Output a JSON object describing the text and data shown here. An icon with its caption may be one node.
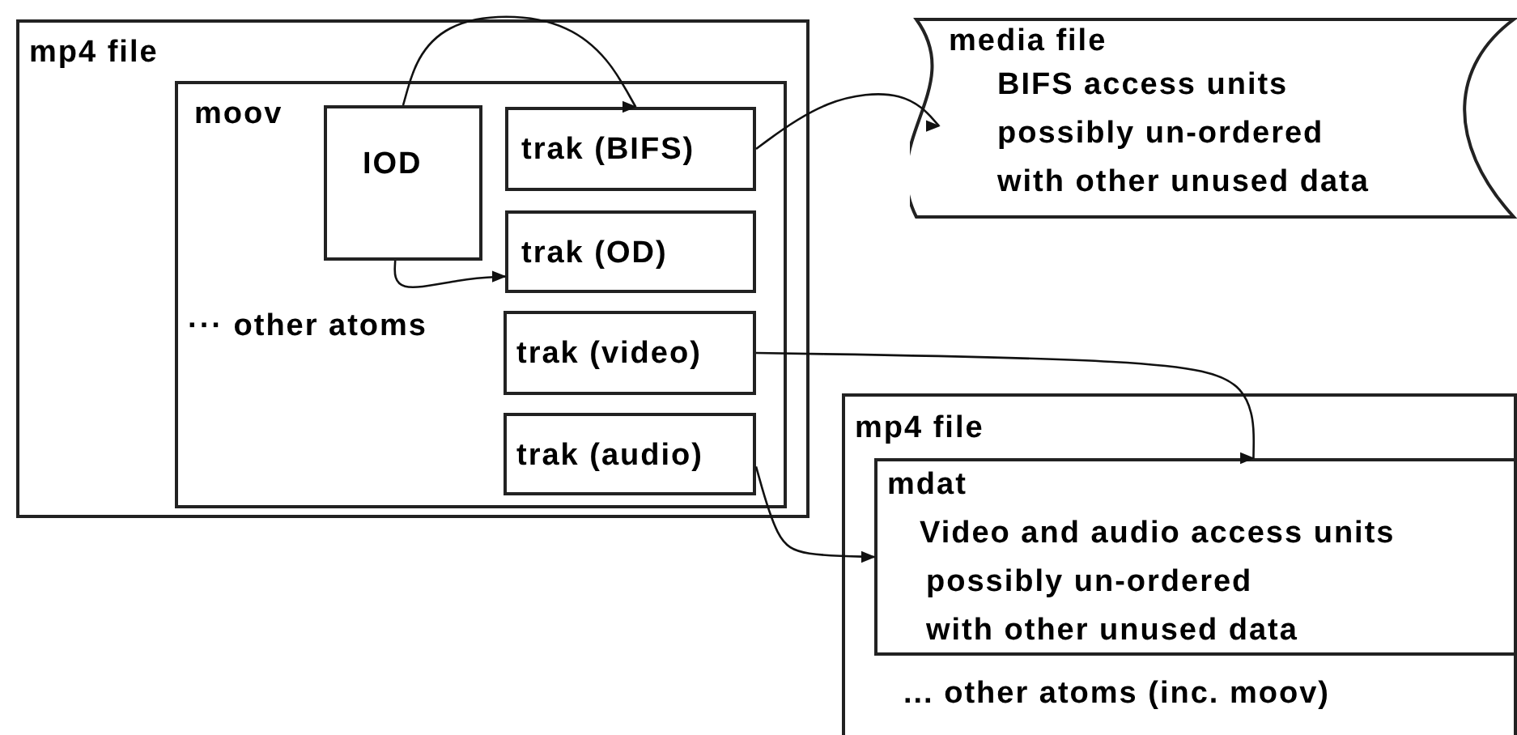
{
  "diagram": {
    "nodes": [
      {
        "text": [
          "mp4 file"
        ]
      },
      {
        "text": [
          "moov",
          "··· other atoms"
        ],
        "in": 0
      },
      {
        "text": [
          "IOD"
        ],
        "in": 1
      },
      {
        "text": [
          "trak (BIFS)"
        ],
        "in": 1
      },
      {
        "text": [
          "trak (OD)"
        ],
        "in": 1
      },
      {
        "text": [
          "trak (video)"
        ],
        "in": 1
      },
      {
        "text": [
          "trak (audio)"
        ],
        "in": 1
      },
      {
        "text": [
          "media file",
          "BIFS access units possibly un-ordered with other unused data"
        ]
      },
      {
        "text": [
          "mp4 file",
          "... other atoms (inc. moov)"
        ]
      },
      {
        "text": [
          "mdat",
          "Video and audio access units",
          "possibly un-ordered",
          "with other unused data"
        ],
        "in": 8
      }
    ],
    "edges": [
      {
        "from": 2,
        "to": 3,
        "arrow": "to"
      },
      {
        "from": 2,
        "to": 4,
        "arrow": "to"
      },
      {
        "from": 3,
        "to": 7,
        "arrow": "to"
      },
      {
        "from": 5,
        "to": 9,
        "arrow": "to"
      },
      {
        "from": 6,
        "to": 9,
        "arrow": "to"
      }
    ]
  }
}
